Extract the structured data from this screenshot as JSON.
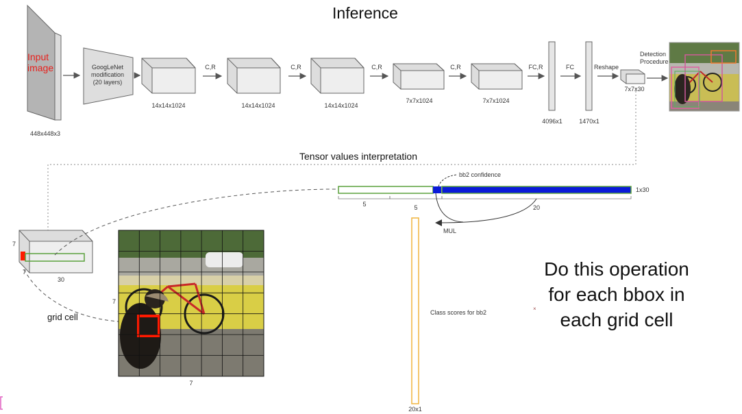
{
  "title": "Inference",
  "input": {
    "label_line1": "Input",
    "label_line2": "image",
    "dims": "448x448x3"
  },
  "googlenet": {
    "line1": "GoogLeNet",
    "line2": "modification",
    "line3": "(20 layers)"
  },
  "blocks": [
    {
      "op_before": "",
      "dims": "14x14x1024"
    },
    {
      "op_before": "C,R",
      "dims": "14x14x1024"
    },
    {
      "op_before": "C,R",
      "dims": "14x14x1024"
    },
    {
      "op_before": "C,R",
      "dims": "7x7x1024"
    },
    {
      "op_before": "C,R",
      "dims": "7x7x1024"
    }
  ],
  "fc_layers": [
    {
      "op_before": "FC,R",
      "dims": "4096x1"
    },
    {
      "op_before": "FC",
      "dims": "1470x1"
    }
  ],
  "reshape": {
    "op": "Reshape",
    "dims": "7x7x30"
  },
  "detection": {
    "line1": "Detection",
    "line2": "Procedure"
  },
  "tensor_title": "Tensor values interpretation",
  "vector": {
    "dims": "1x30",
    "seg1": "5",
    "seg2": "5",
    "seg3": "20",
    "bb2_label": "bb2 confidence",
    "mul": "MUL"
  },
  "class_scores": {
    "label": "Class scores for bb2",
    "dims": "20x1"
  },
  "grid_tensor": {
    "side": "7",
    "depth": "30",
    "bottom": "7"
  },
  "grid_image": {
    "side": "7",
    "bottom": "7",
    "cell_label": "grid cell"
  },
  "note": {
    "line1": "Do this operation",
    "line2": "for each bbox in",
    "line3": "each grid cell"
  },
  "colors": {
    "input_text": "#e8201c",
    "green": "#5aa03c",
    "blue": "#0a1ad8",
    "orange": "#f0b43c",
    "red": "#ff1a00",
    "box_face": "#eeeeee"
  }
}
